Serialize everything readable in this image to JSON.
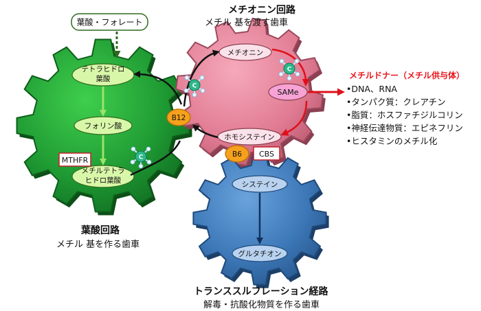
{
  "top_label": "葉酸・フォレート",
  "folate_cycle": {
    "title": "葉酸回路",
    "subtitle": "メチル 基を作る歯車",
    "nodes": {
      "thf": [
        "テトラヒドロ",
        "葉酸"
      ],
      "folinic": "フォリン酸",
      "mthf": [
        "メチルテトラ",
        "ヒドロ葉酸"
      ]
    },
    "enzyme": "MTHFR"
  },
  "methionine_cycle": {
    "title": "メチオニン回路",
    "subtitle": "メチル 基を渡す歯車",
    "nodes": {
      "methionine": "メチオニン",
      "same": "SAMe",
      "homocysteine": "ホモシステイン"
    }
  },
  "cofactors": {
    "b12": "B12",
    "b6": "B6",
    "cbs": "CBS"
  },
  "transsulfuration": {
    "title": "トランススルフレーション経路",
    "subtitle": "解毒・抗酸化物質を作る歯車",
    "nodes": {
      "cysteine": "システイン",
      "glutathione": "グルタチオン"
    }
  },
  "methyl_donor": {
    "title": "メチルドナー（メチル供与体）",
    "items": [
      "•DNA、RNA",
      "•タンパク質：クレアチン",
      "•脂質：ホスファチジルコリン",
      "•神経伝達物質：エピネフリン",
      "•ヒスタミンのメチル化"
    ]
  },
  "molecule_label": "C",
  "colors": {
    "folate_gear": "#1f9a33",
    "folate_gear_dark": "#0f5e1c",
    "methionine_gear": "#e07a92",
    "methionine_gear_dark": "#9a4a5c",
    "transsulfuration_gear": "#3d78b8",
    "transsulfuration_gear_dark": "#1f4a7a",
    "red_arrow": "#e0101a",
    "b_badge": "#f5a11d",
    "same_pill": "#f7a3d5",
    "molecule": "#2db88a"
  }
}
